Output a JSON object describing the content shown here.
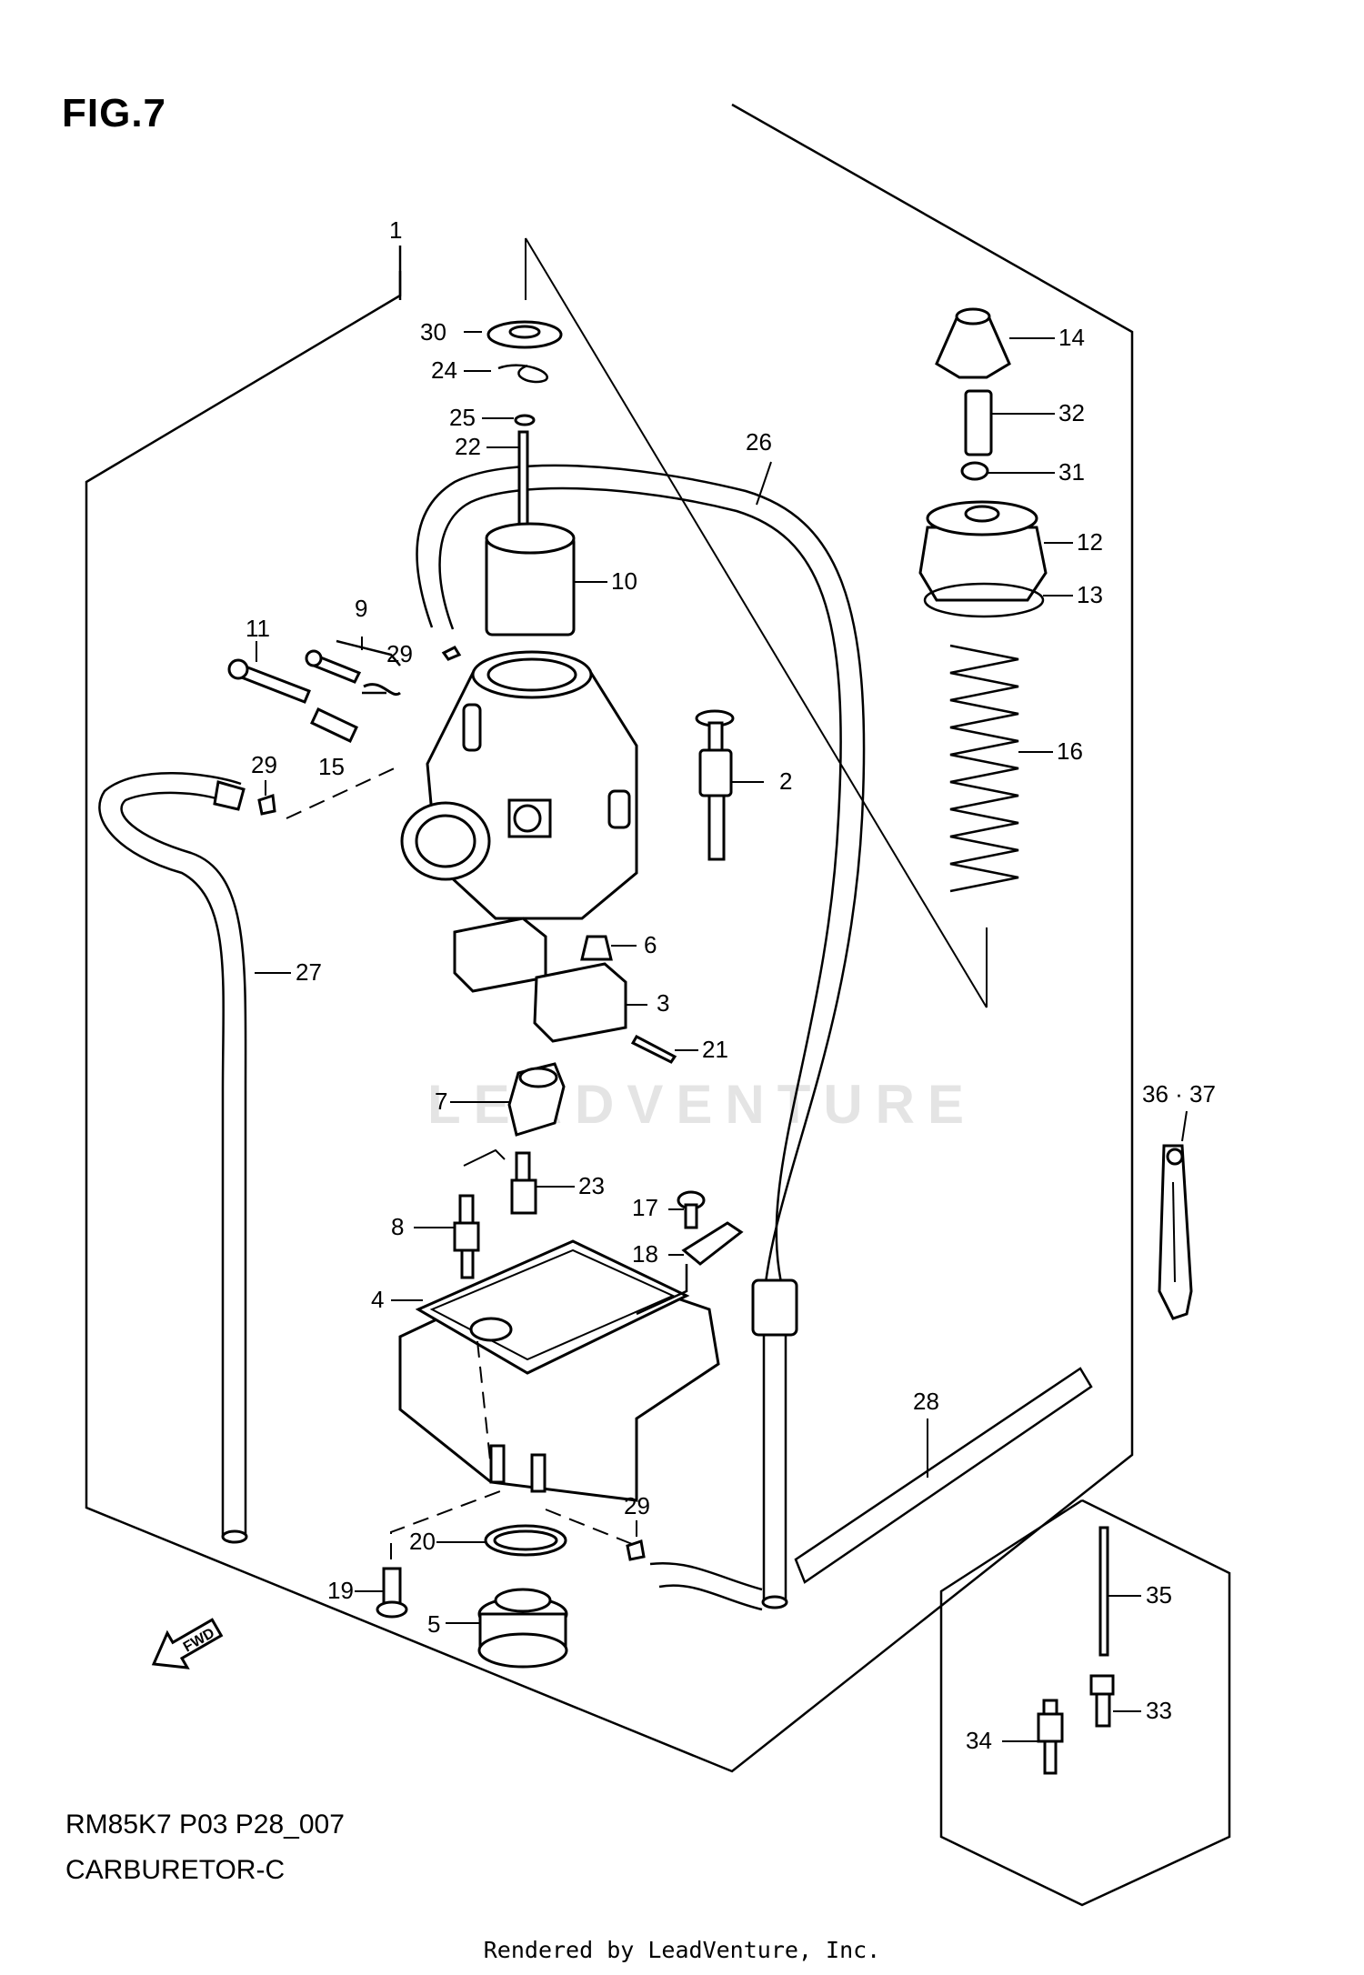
{
  "figure_title": "FIG.7",
  "model_code": "RM85K7 P03 P28_007",
  "section_name": "CARBURETOR-C",
  "rendered_by": "Rendered by LeadVenture, Inc.",
  "watermark": "LEADVENTURE",
  "fwd_label": "FWD",
  "callouts": [
    {
      "id": "c1",
      "label": "1"
    },
    {
      "id": "c2",
      "label": "2"
    },
    {
      "id": "c3",
      "label": "3"
    },
    {
      "id": "c4",
      "label": "4"
    },
    {
      "id": "c5",
      "label": "5"
    },
    {
      "id": "c6",
      "label": "6"
    },
    {
      "id": "c7",
      "label": "7"
    },
    {
      "id": "c8",
      "label": "8"
    },
    {
      "id": "c9",
      "label": "9"
    },
    {
      "id": "c10",
      "label": "10"
    },
    {
      "id": "c11",
      "label": "11"
    },
    {
      "id": "c12",
      "label": "12"
    },
    {
      "id": "c13",
      "label": "13"
    },
    {
      "id": "c14",
      "label": "14"
    },
    {
      "id": "c15",
      "label": "15"
    },
    {
      "id": "c16",
      "label": "16"
    },
    {
      "id": "c17",
      "label": "17"
    },
    {
      "id": "c18",
      "label": "18"
    },
    {
      "id": "c19",
      "label": "19"
    },
    {
      "id": "c20",
      "label": "20"
    },
    {
      "id": "c21",
      "label": "21"
    },
    {
      "id": "c22",
      "label": "22"
    },
    {
      "id": "c23",
      "label": "23"
    },
    {
      "id": "c24",
      "label": "24"
    },
    {
      "id": "c25",
      "label": "25"
    },
    {
      "id": "c26",
      "label": "26"
    },
    {
      "id": "c27",
      "label": "27"
    },
    {
      "id": "c28",
      "label": "28"
    },
    {
      "id": "c29a",
      "label": "29"
    },
    {
      "id": "c29b",
      "label": "29"
    },
    {
      "id": "c29c",
      "label": "29"
    },
    {
      "id": "c30",
      "label": "30"
    },
    {
      "id": "c31",
      "label": "31"
    },
    {
      "id": "c32",
      "label": "32"
    },
    {
      "id": "c33",
      "label": "33"
    },
    {
      "id": "c34",
      "label": "34"
    },
    {
      "id": "c35",
      "label": "35"
    },
    {
      "id": "c3637",
      "label": "36 · 37"
    }
  ]
}
